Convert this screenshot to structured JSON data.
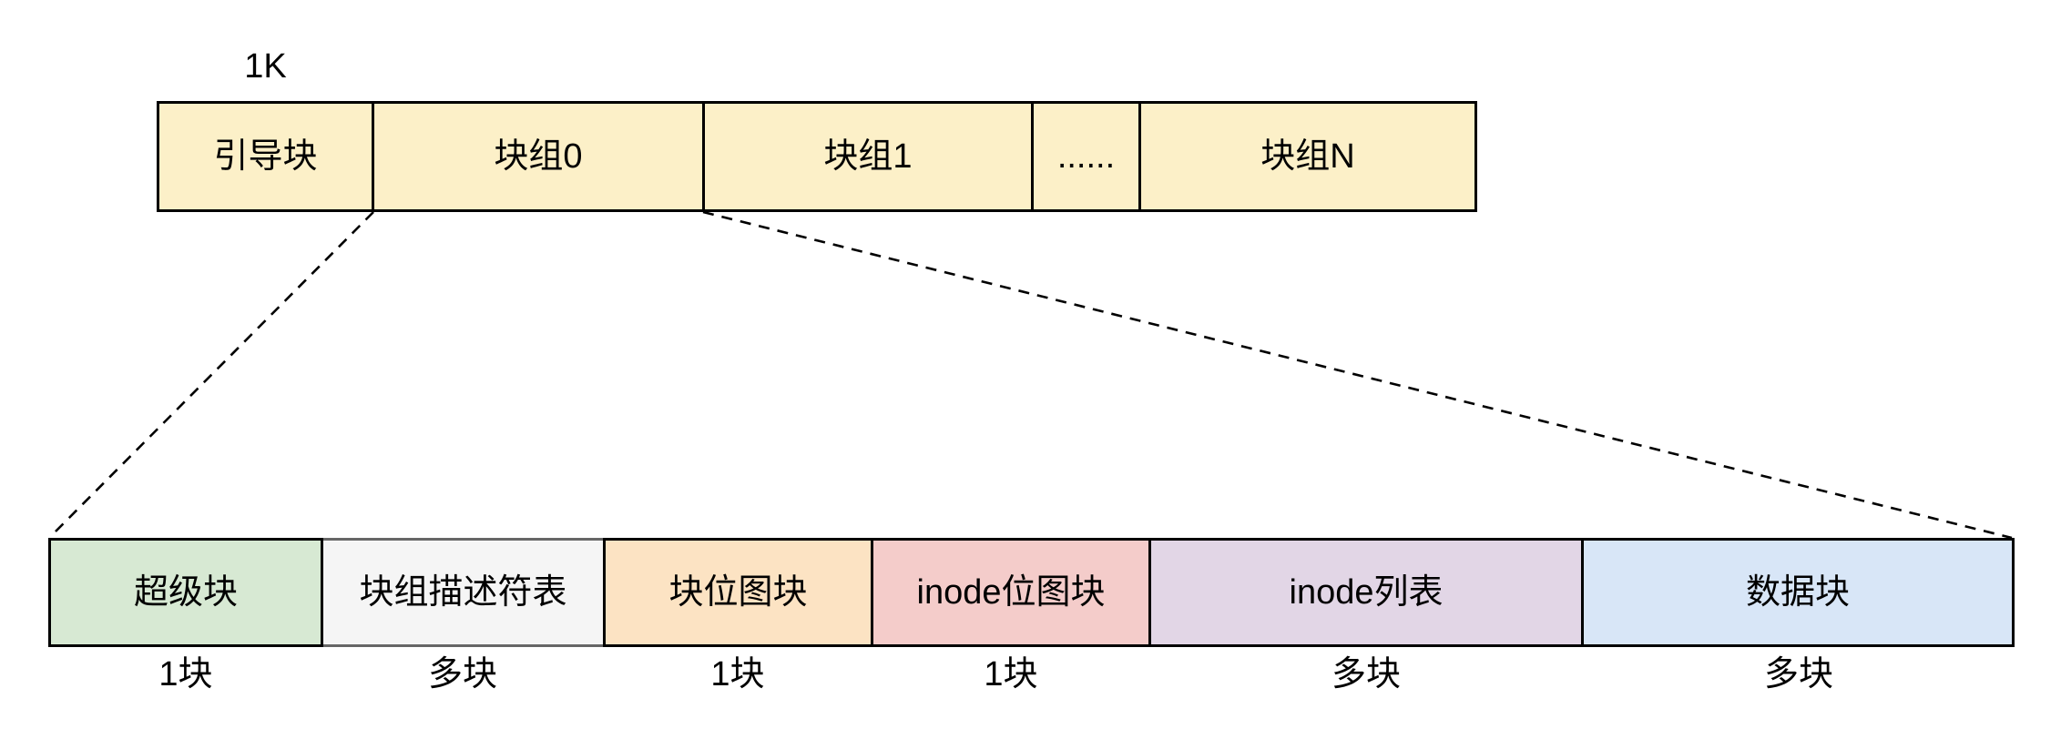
{
  "diagram": {
    "size_label": "1K",
    "text_color": "#000000",
    "background_color": "#ffffff"
  },
  "connectors": {
    "color": "#000000",
    "style": "dashed"
  },
  "top_row": {
    "fill_color": "#FCF0C8",
    "border_color": "#000000",
    "blocks": [
      {
        "label": "引导块"
      },
      {
        "label": "块组0"
      },
      {
        "label": "块组1"
      },
      {
        "label": "......"
      },
      {
        "label": "块组N"
      }
    ]
  },
  "bottom_row": {
    "blocks": [
      {
        "label": "超级块",
        "count_label": "1块",
        "fill_color": "#D7E9D3",
        "border_color": "#000000"
      },
      {
        "label": "块组描述符表",
        "count_label": "多块",
        "fill_color": "#F5F5F5",
        "border_color": "#666666"
      },
      {
        "label": "块位图块",
        "count_label": "1块",
        "fill_color": "#FCE3C3",
        "border_color": "#000000"
      },
      {
        "label": "inode位图块",
        "count_label": "1块",
        "fill_color": "#F4CCCA",
        "border_color": "#000000"
      },
      {
        "label": "inode列表",
        "count_label": "多块",
        "fill_color": "#E2D6E6",
        "border_color": "#000000"
      },
      {
        "label": "数据块",
        "count_label": "多块",
        "fill_color": "#D8E6F7",
        "border_color": "#000000"
      }
    ]
  }
}
